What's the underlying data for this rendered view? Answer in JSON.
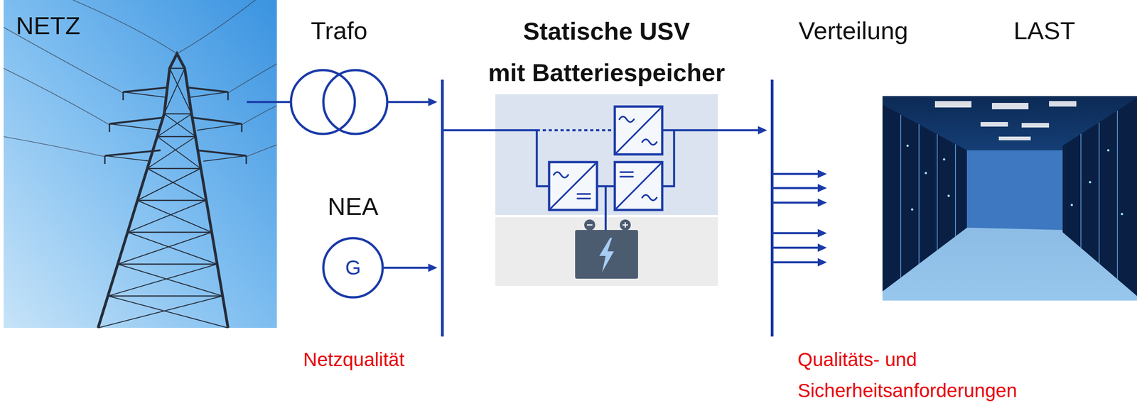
{
  "diagram": {
    "nodes": [
      {
        "text": [
          "NETZ"
        ]
      },
      {
        "text": [
          "Trafo"
        ]
      },
      {
        "text": [
          "NEA",
          "G"
        ]
      },
      {
        "text": [
          "Netzqualität"
        ]
      },
      {
        "text": [
          "Statische USV mit Batteriespeicher"
        ]
      },
      {
        "text": [
          "Verteilung",
          "Qualitäts- und Sicherheitsanforderungen"
        ]
      },
      {
        "text": [
          "LAST"
        ]
      }
    ],
    "edges": [
      {
        "from": 0,
        "to": 1,
        "arrow": "none"
      },
      {
        "from": 1,
        "to": 3,
        "arrow": "to"
      },
      {
        "from": 2,
        "to": 3,
        "arrow": "to"
      },
      {
        "from": 3,
        "to": 4,
        "arrow": "none"
      },
      {
        "from": 4,
        "to": 5,
        "arrow": "to"
      },
      {
        "from": 5,
        "to": 6,
        "arrow": "to"
      },
      {
        "from": 5,
        "to": 6,
        "arrow": "to"
      },
      {
        "from": 5,
        "to": 6,
        "arrow": "to"
      },
      {
        "from": 5,
        "to": 6,
        "arrow": "to"
      },
      {
        "from": 5,
        "to": 6,
        "arrow": "to"
      },
      {
        "from": 5,
        "to": 6,
        "arrow": "to"
      }
    ]
  }
}
